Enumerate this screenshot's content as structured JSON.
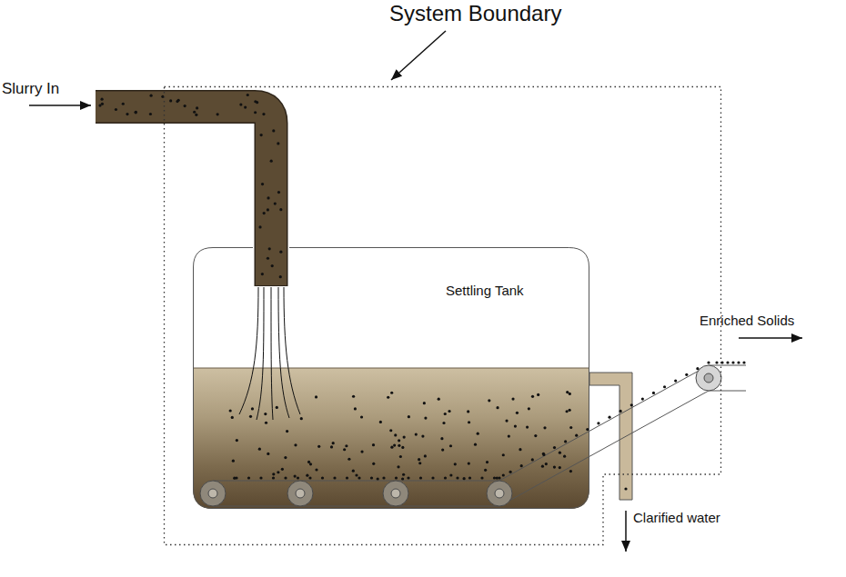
{
  "diagram": {
    "nodes": [
      {
        "text": [
          "System Boundary"
        ]
      },
      {
        "text": [
          "Settling Tank"
        ],
        "in": 0
      }
    ],
    "labels": [
      "Slurry In",
      "Enriched Solids",
      "Clarified water"
    ]
  }
}
